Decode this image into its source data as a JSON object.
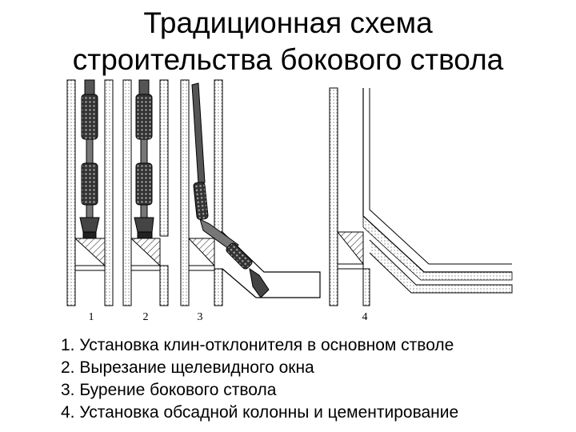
{
  "title": {
    "line1": "Традиционная схема",
    "line2": "строительства бокового ствола"
  },
  "panels": [
    {
      "number": "1"
    },
    {
      "number": "2"
    },
    {
      "number": "3"
    },
    {
      "number": "4"
    }
  ],
  "steps": [
    "1. Установка клин-отклонителя в основном стволе",
    "2. Вырезание щелевидного окна",
    "3. Бурение бокового ствола",
    "4. Установка обсадной колонны и цементирование"
  ]
}
